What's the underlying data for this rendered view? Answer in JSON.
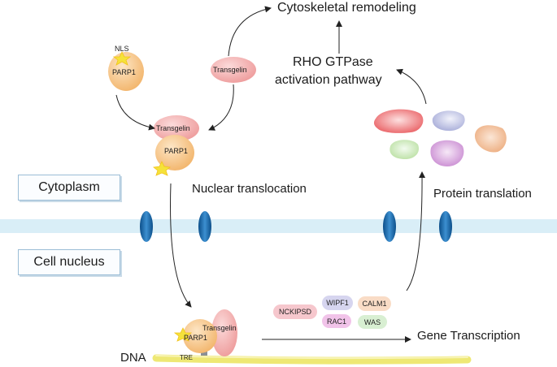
{
  "labels": {
    "cytoskeletal_remodeling": "Cytoskeletal remodeling",
    "rho_line1": "RHO GTPase",
    "rho_line2": "activation pathway",
    "nuclear_translocation": "Nuclear translocation",
    "protein_translation": "Protein translation",
    "gene_transcription": "Gene Transcription",
    "dna": "DNA",
    "cytoplasm": "Cytoplasm",
    "cell_nucleus": "Cell nucleus"
  },
  "molecules": {
    "parp1": "PARP1",
    "nls": "NLS",
    "transgelin": "Transgelin",
    "tre": "TRE"
  },
  "genes": [
    "NCKIPSD",
    "WIPF1",
    "CALM1",
    "RAC1",
    "WAS"
  ],
  "colors": {
    "parp1": "#f6c98f",
    "transgelin": "#f2a9a9",
    "membrane": "#d9eef7",
    "channel": "#1e6fae",
    "dna": "#eee874",
    "star": "#f5e23a",
    "gene_pink": "#f6c7cd",
    "gene_lavender": "#d6d5ef",
    "gene_peach": "#f9dcc6",
    "gene_green": "#d8efd2"
  }
}
